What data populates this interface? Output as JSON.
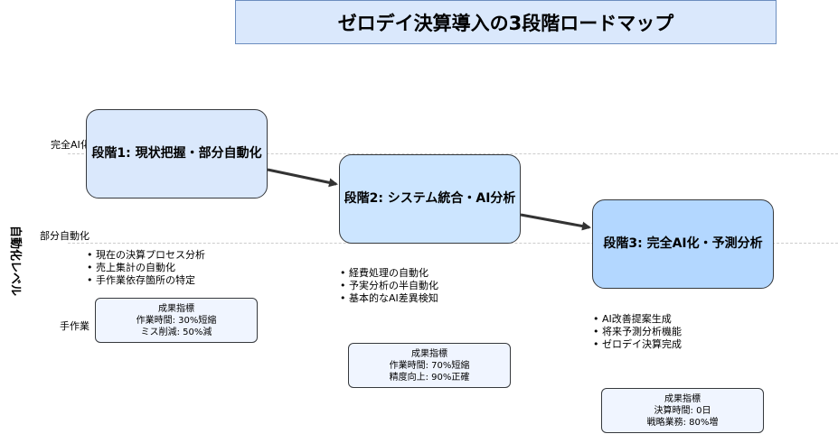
{
  "title": "ゼロデイ決算導入の3段階ロードマップ",
  "axis_label": "自動化レベル",
  "levels": {
    "full": "完全AI化",
    "partial": "部分自動化",
    "manual": "手作業"
  },
  "stages": [
    {
      "label": "段階1: 現状把握・部分自動化",
      "bullets": [
        "現在の決算プロセス分析",
        "売上集計の自動化",
        "手作業依存箇所の特定"
      ],
      "metrics_title": "成果指標",
      "metrics": [
        "作業時間: 30%短縮",
        "ミス削減: 50%減"
      ]
    },
    {
      "label": "段階2: システム統合・AI分析",
      "bullets": [
        "経費処理の自動化",
        "予実分析の半自動化",
        "基本的なAI差異検知"
      ],
      "metrics_title": "成果指標",
      "metrics": [
        "作業時間: 70%短縮",
        "精度向上: 90%正確"
      ]
    },
    {
      "label": "段階3: 完全AI化・予測分析",
      "bullets": [
        "AI改善提案生成",
        "将来予測分析機能",
        "ゼロデイ決算完成"
      ],
      "metrics_title": "成果指標",
      "metrics": [
        "決算時間: 0日",
        "戦略業務: 80%増"
      ]
    }
  ],
  "colors": {
    "title_fill": "#dae8fc",
    "stage1_fill": "#dae8fc",
    "stage2_fill": "#cce5ff",
    "stage3_fill": "#b3d7ff",
    "metric_fill": "#f0f5ff",
    "arrow": "#333333"
  }
}
